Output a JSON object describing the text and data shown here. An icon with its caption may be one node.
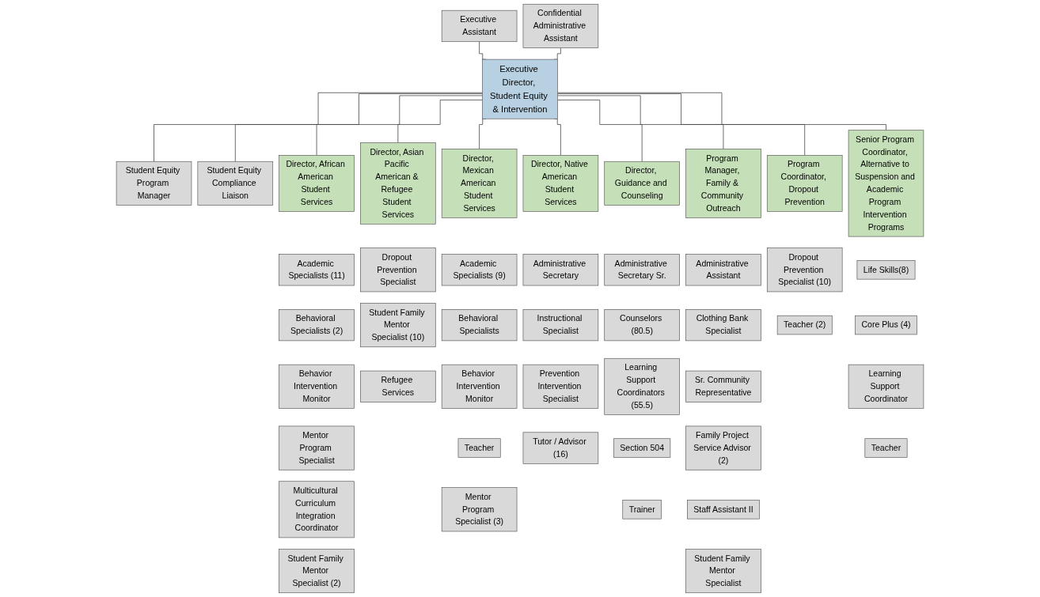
{
  "diagram": {
    "nodes": [
      {
        "text": [
          "Executive Director, Student Equity & Intervention"
        ]
      },
      {
        "text": [
          "Executive Assistant"
        ]
      },
      {
        "text": [
          "Confidential Administrative Assistant"
        ]
      },
      {
        "text": [
          "Student Equity Program Manager"
        ]
      },
      {
        "text": [
          "Student Equity Compliance Liaison"
        ]
      },
      {
        "text": [
          "Director, African American Student Services"
        ]
      },
      {
        "text": [
          "Director, Asian Pacific American & Refugee Student Services"
        ]
      },
      {
        "text": [
          "Director, Mexican American Student Services"
        ]
      },
      {
        "text": [
          "Director, Native American Student Services"
        ]
      },
      {
        "text": [
          "Director, Guidance and Counseling"
        ]
      },
      {
        "text": [
          "Program Manager, Family & Community Outreach"
        ]
      },
      {
        "text": [
          "Program Coordinator, Dropout Prevention"
        ]
      },
      {
        "text": [
          "Senior Program Coordinator, Alternative to Suspension and Academic Program Intervention Programs"
        ]
      },
      {
        "text": [
          "Academic Specialists (11)"
        ]
      },
      {
        "text": [
          "Behavioral Specialists (2)"
        ]
      },
      {
        "text": [
          "Behavior Intervention Monitor"
        ]
      },
      {
        "text": [
          "Mentor Program Specialist"
        ]
      },
      {
        "text": [
          "Multicultural Curriculum Integration Coordinator"
        ]
      },
      {
        "text": [
          "Student Family Mentor Specialist (2)"
        ]
      },
      {
        "text": [
          "Dropout Prevention Specialist"
        ]
      },
      {
        "text": [
          "Student Family Mentor Specialist (10)"
        ]
      },
      {
        "text": [
          "Refugee Services"
        ]
      },
      {
        "text": [
          "Academic Specialists (9)"
        ]
      },
      {
        "text": [
          "Behavioral Specialists"
        ]
      },
      {
        "text": [
          "Behavior Intervention Monitor"
        ]
      },
      {
        "text": [
          "Teacher"
        ]
      },
      {
        "text": [
          "Mentor Program Specialist (3)"
        ]
      },
      {
        "text": [
          "Administrative Secretary"
        ]
      },
      {
        "text": [
          "Instructional Specialist"
        ]
      },
      {
        "text": [
          "Prevention Intervention Specialist"
        ]
      },
      {
        "text": [
          "Tutor / Advisor (16)"
        ]
      },
      {
        "text": [
          "Administrative Secretary Sr."
        ]
      },
      {
        "text": [
          "Counselors (80.5)"
        ]
      },
      {
        "text": [
          "Learning Support Coordinators (55.5)"
        ]
      },
      {
        "text": [
          "Section 504"
        ]
      },
      {
        "text": [
          "Trainer"
        ]
      },
      {
        "text": [
          "Administrative Assistant"
        ]
      },
      {
        "text": [
          "Clothing Bank Specialist"
        ]
      },
      {
        "text": [
          "Sr. Community Representative"
        ]
      },
      {
        "text": [
          "Family Project Service Advisor (2)"
        ]
      },
      {
        "text": [
          "Staff Assistant II"
        ]
      },
      {
        "text": [
          "Student Family Mentor Specialist"
        ]
      },
      {
        "text": [
          "Dropout Prevention Specialist (10)"
        ]
      },
      {
        "text": [
          "Teacher (2)"
        ]
      },
      {
        "text": [
          "Life Skills(8)"
        ]
      },
      {
        "text": [
          "Core Plus (4)"
        ]
      },
      {
        "text": [
          "Learning Support Coordinator"
        ]
      },
      {
        "text": [
          "Teacher"
        ]
      }
    ],
    "edges": [
      {
        "from": 1,
        "to": 0,
        "arrow": "none"
      },
      {
        "from": 2,
        "to": 0,
        "arrow": "none"
      },
      {
        "from": 0,
        "to": 3,
        "arrow": "none"
      },
      {
        "from": 0,
        "to": 4,
        "arrow": "none"
      },
      {
        "from": 0,
        "to": 5,
        "arrow": "none"
      },
      {
        "from": 0,
        "to": 6,
        "arrow": "none"
      },
      {
        "from": 0,
        "to": 7,
        "arrow": "none"
      },
      {
        "from": 0,
        "to": 8,
        "arrow": "none"
      },
      {
        "from": 0,
        "to": 9,
        "arrow": "none"
      },
      {
        "from": 0,
        "to": 10,
        "arrow": "none"
      },
      {
        "from": 0,
        "to": 11,
        "arrow": "none"
      },
      {
        "from": 0,
        "to": 12,
        "arrow": "none"
      }
    ]
  }
}
